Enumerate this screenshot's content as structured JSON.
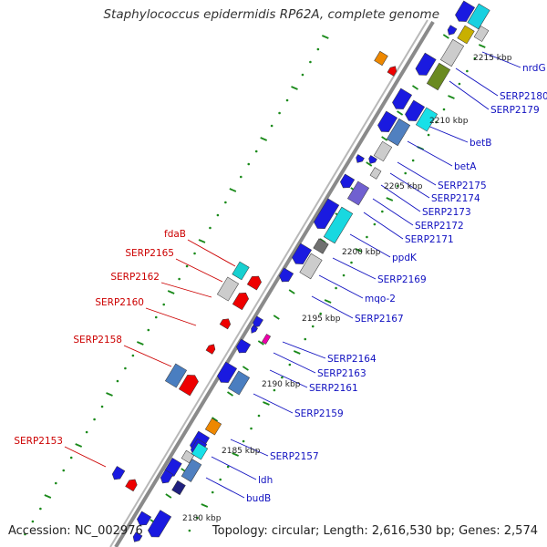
{
  "title": "Staphylococcus epidermidis RP62A, complete genome",
  "accession": "Accession: NC_002976",
  "topology": "Topology: circular; Length: 2,616,530 bp; Genes: 2,574",
  "colors": {
    "backbone": "#9a9a9a",
    "tick": "#1a8a1a",
    "forward_label": "#1010c0",
    "reverse_label": "#cc0000",
    "gene_blue": "#1a1ae0",
    "gene_red": "#ee0000"
  },
  "kbp_markers": [
    "2180 kbp",
    "2185 kbp",
    "2190 kbp",
    "2195 kbp",
    "2200 kbp",
    "2205 kbp",
    "2210 kbp",
    "2215 kbp"
  ],
  "forward_genes": [
    "nrdG",
    "SERP2180",
    "SERP2179",
    "betB",
    "betA",
    "SERP2175",
    "SERP2174",
    "SERP2173",
    "SERP2172",
    "SERP2171",
    "ppdK",
    "SERP2169",
    "mqo-2",
    "SERP2167",
    "SERP2164",
    "SERP2163",
    "SERP2161",
    "SERP2159",
    "SERP2157",
    "ldh",
    "budB"
  ],
  "reverse_genes": [
    "fdaB",
    "SERP2165",
    "SERP2162",
    "SERP2160",
    "SERP2158",
    "SERP2153"
  ]
}
